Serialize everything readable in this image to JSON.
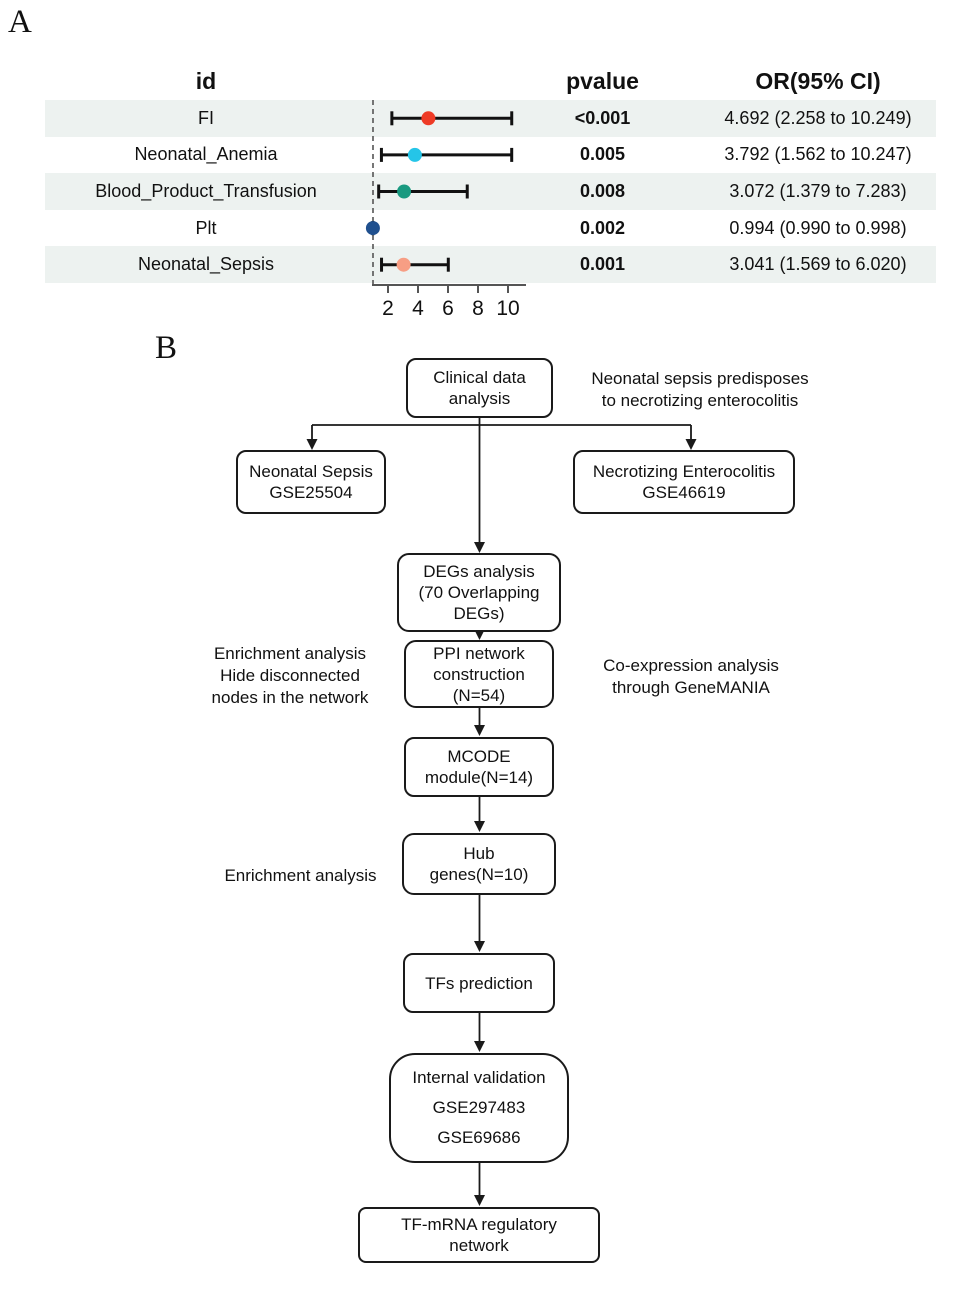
{
  "figure": {
    "panel_a_label": "A",
    "panel_b_label": "B"
  },
  "panelA": {
    "headers": {
      "id": "id",
      "pvalue": "pvalue",
      "or": "OR(95% CI)"
    }
  },
  "chart_data": {
    "type": "forest",
    "description": "Forest plot of odds ratios with 95% confidence intervals",
    "columns": [
      "id",
      "pvalue",
      "OR(95% CI)"
    ],
    "rows": [
      {
        "id": "FI",
        "pvalue": "<0.001",
        "or_ci_text": "4.692 (2.258 to 10.249)",
        "or": 4.692,
        "ci_low": 2.258,
        "ci_high": 10.249,
        "marker_color": "#ee3b26",
        "striped": true
      },
      {
        "id": "Neonatal_Anemia",
        "pvalue": "0.005",
        "or_ci_text": "3.792 (1.562 to 10.247)",
        "or": 3.792,
        "ci_low": 1.562,
        "ci_high": 10.247,
        "marker_color": "#25c5e8",
        "striped": false
      },
      {
        "id": "Blood_Product_Transfusion",
        "pvalue": "0.008",
        "or_ci_text": "3.072 (1.379 to 7.283)",
        "or": 3.072,
        "ci_low": 1.379,
        "ci_high": 7.283,
        "marker_color": "#199a80",
        "striped": true
      },
      {
        "id": "Plt",
        "pvalue": "0.002",
        "or_ci_text": "0.994 (0.990 to 0.998)",
        "or": 0.994,
        "ci_low": 0.99,
        "ci_high": 0.998,
        "marker_color": "#20508e",
        "striped": false
      },
      {
        "id": "Neonatal_Sepsis",
        "pvalue": "0.001",
        "or_ci_text": "3.041 (1.569 to 6.020)",
        "or": 3.041,
        "ci_low": 1.569,
        "ci_high": 6.02,
        "marker_color": "#f79e84",
        "striped": true
      }
    ],
    "x_ticks": [
      2,
      4,
      6,
      8,
      10
    ],
    "reference_line": 1,
    "x_range": [
      1,
      11.2
    ],
    "grid": false,
    "stripe_color": "#edf2f0",
    "line_color": "#111111",
    "axis_color": "#555555"
  },
  "panelB": {
    "boxes": {
      "clinical": {
        "text": "Clinical data\nanalysis"
      },
      "gse25504": {
        "text": "Neonatal Sepsis\nGSE25504"
      },
      "gse46619": {
        "text": "Necrotizing Enterocolitis\nGSE46619"
      },
      "degs": {
        "text": "DEGs analysis\n(70 Overlapping\nDEGs)"
      },
      "ppi": {
        "text": "PPI network\nconstruction\n(N=54)"
      },
      "mcode": {
        "text": "MCODE\nmodule(N=14)"
      },
      "hub": {
        "text": "Hub\ngenes(N=10)"
      },
      "tfs": {
        "text": "TFs prediction"
      },
      "internal": {
        "text": "Internal validation\nGSE297483\nGSE69686"
      },
      "tfmrna": {
        "text": "TF-mRNA regulatory\nnetwork"
      }
    },
    "annotations": {
      "note1": {
        "text": "Neonatal sepsis predisposes\nto necrotizing enterocolitis"
      },
      "note2": {
        "text": "Enrichment analysis\nHide disconnected\nnodes in the network"
      },
      "note3": {
        "text": "Co-expression analysis\nthrough GeneMANIA"
      },
      "note4": {
        "text": "Enrichment analysis"
      }
    }
  }
}
